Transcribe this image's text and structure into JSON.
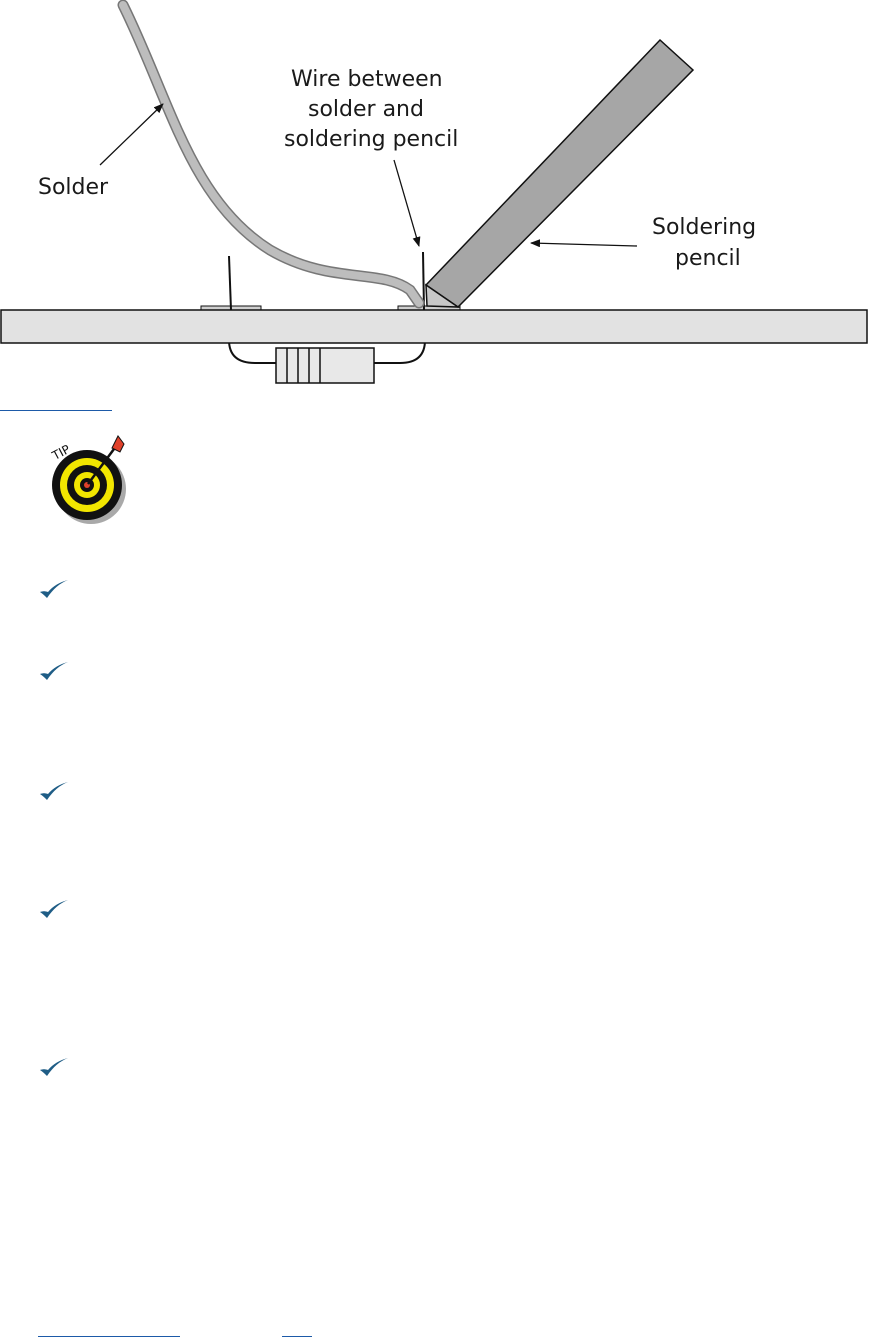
{
  "figure": {
    "labels": {
      "solder": "Solder",
      "wire_line1": "Wire between",
      "wire_line2": "solder and",
      "wire_line3": "soldering pencil",
      "pencil_line1": "Soldering",
      "pencil_line2": "pencil"
    }
  },
  "tip_icon": {
    "label": "TIP",
    "icon": "target-dart-icon"
  },
  "bullets": {
    "icon": "checkmark-icon",
    "count": 5
  },
  "colors": {
    "accent": "#1d5aa8",
    "check": "#1f5d86",
    "solder": "#bdbdbd",
    "board": "#e2e2e2",
    "target_yellow": "#f2e600",
    "dart_red": "#e0412b"
  }
}
